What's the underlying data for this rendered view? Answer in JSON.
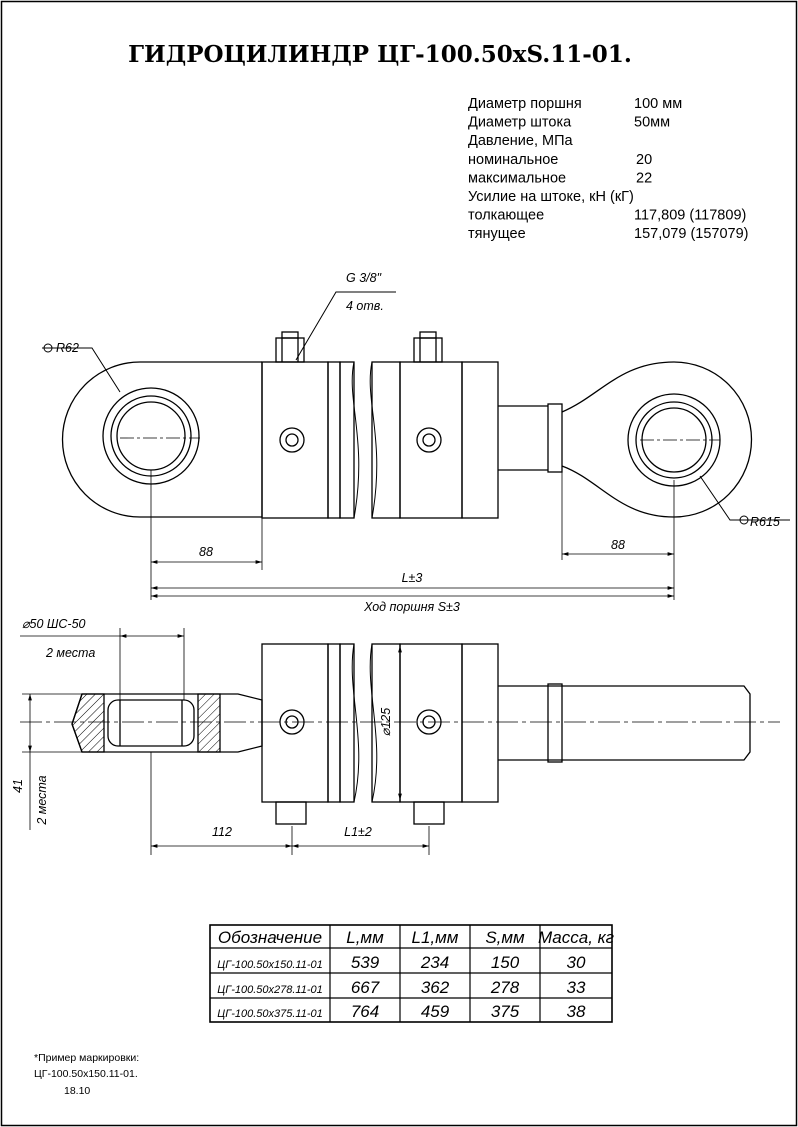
{
  "title": "ГИДРОЦИЛИНДР ЦГ-100.50хS.11-01.",
  "specs": [
    {
      "label": "Диаметр поршня",
      "value": "100 мм"
    },
    {
      "label": "Диаметр штока",
      "value": "50мм"
    },
    {
      "label": "Давление, МПа",
      "value": ""
    },
    {
      "label": "номинальное",
      "value": "20"
    },
    {
      "label": "максимальное",
      "value": "22"
    },
    {
      "label": "Усилие на штоке, кН (кГ)",
      "value": ""
    },
    {
      "label": "толкающее",
      "value": "117,809 (117809)"
    },
    {
      "label": "тянущее",
      "value": "157,079 (157079)"
    }
  ],
  "annotations": {
    "port_thread": "G 3/8\"",
    "port_count": "4 отв.",
    "radius_left": "R62",
    "radius_right": "R615",
    "dim_88_left": "88",
    "dim_88_right": "88",
    "dim_L": "L±3",
    "dim_stroke": "Ход поршня S±3",
    "bearing": "⌀50 ШС-50",
    "bearing_count": "2 места",
    "dim_41": "41",
    "dim_41_count": "2 места",
    "dim_112": "112",
    "dim_L1": "L1±2",
    "dim_d125": "⌀125"
  },
  "table": {
    "headers": [
      "Обозначение",
      "L,мм",
      "L1,мм",
      "S,мм",
      "Масса, кг"
    ],
    "rows": [
      [
        "ЦГ-100.50х150.11-01",
        "539",
        "234",
        "150",
        "30"
      ],
      [
        "ЦГ-100.50х278.11-01",
        "667",
        "362",
        "278",
        "33"
      ],
      [
        "ЦГ-100.50х375.11-01",
        "764",
        "459",
        "375",
        "38"
      ]
    ]
  },
  "note": {
    "line1": "*Пример маркировки:",
    "line2": "ЦГ-100.50х150.11-01.",
    "line3": "18.10"
  }
}
